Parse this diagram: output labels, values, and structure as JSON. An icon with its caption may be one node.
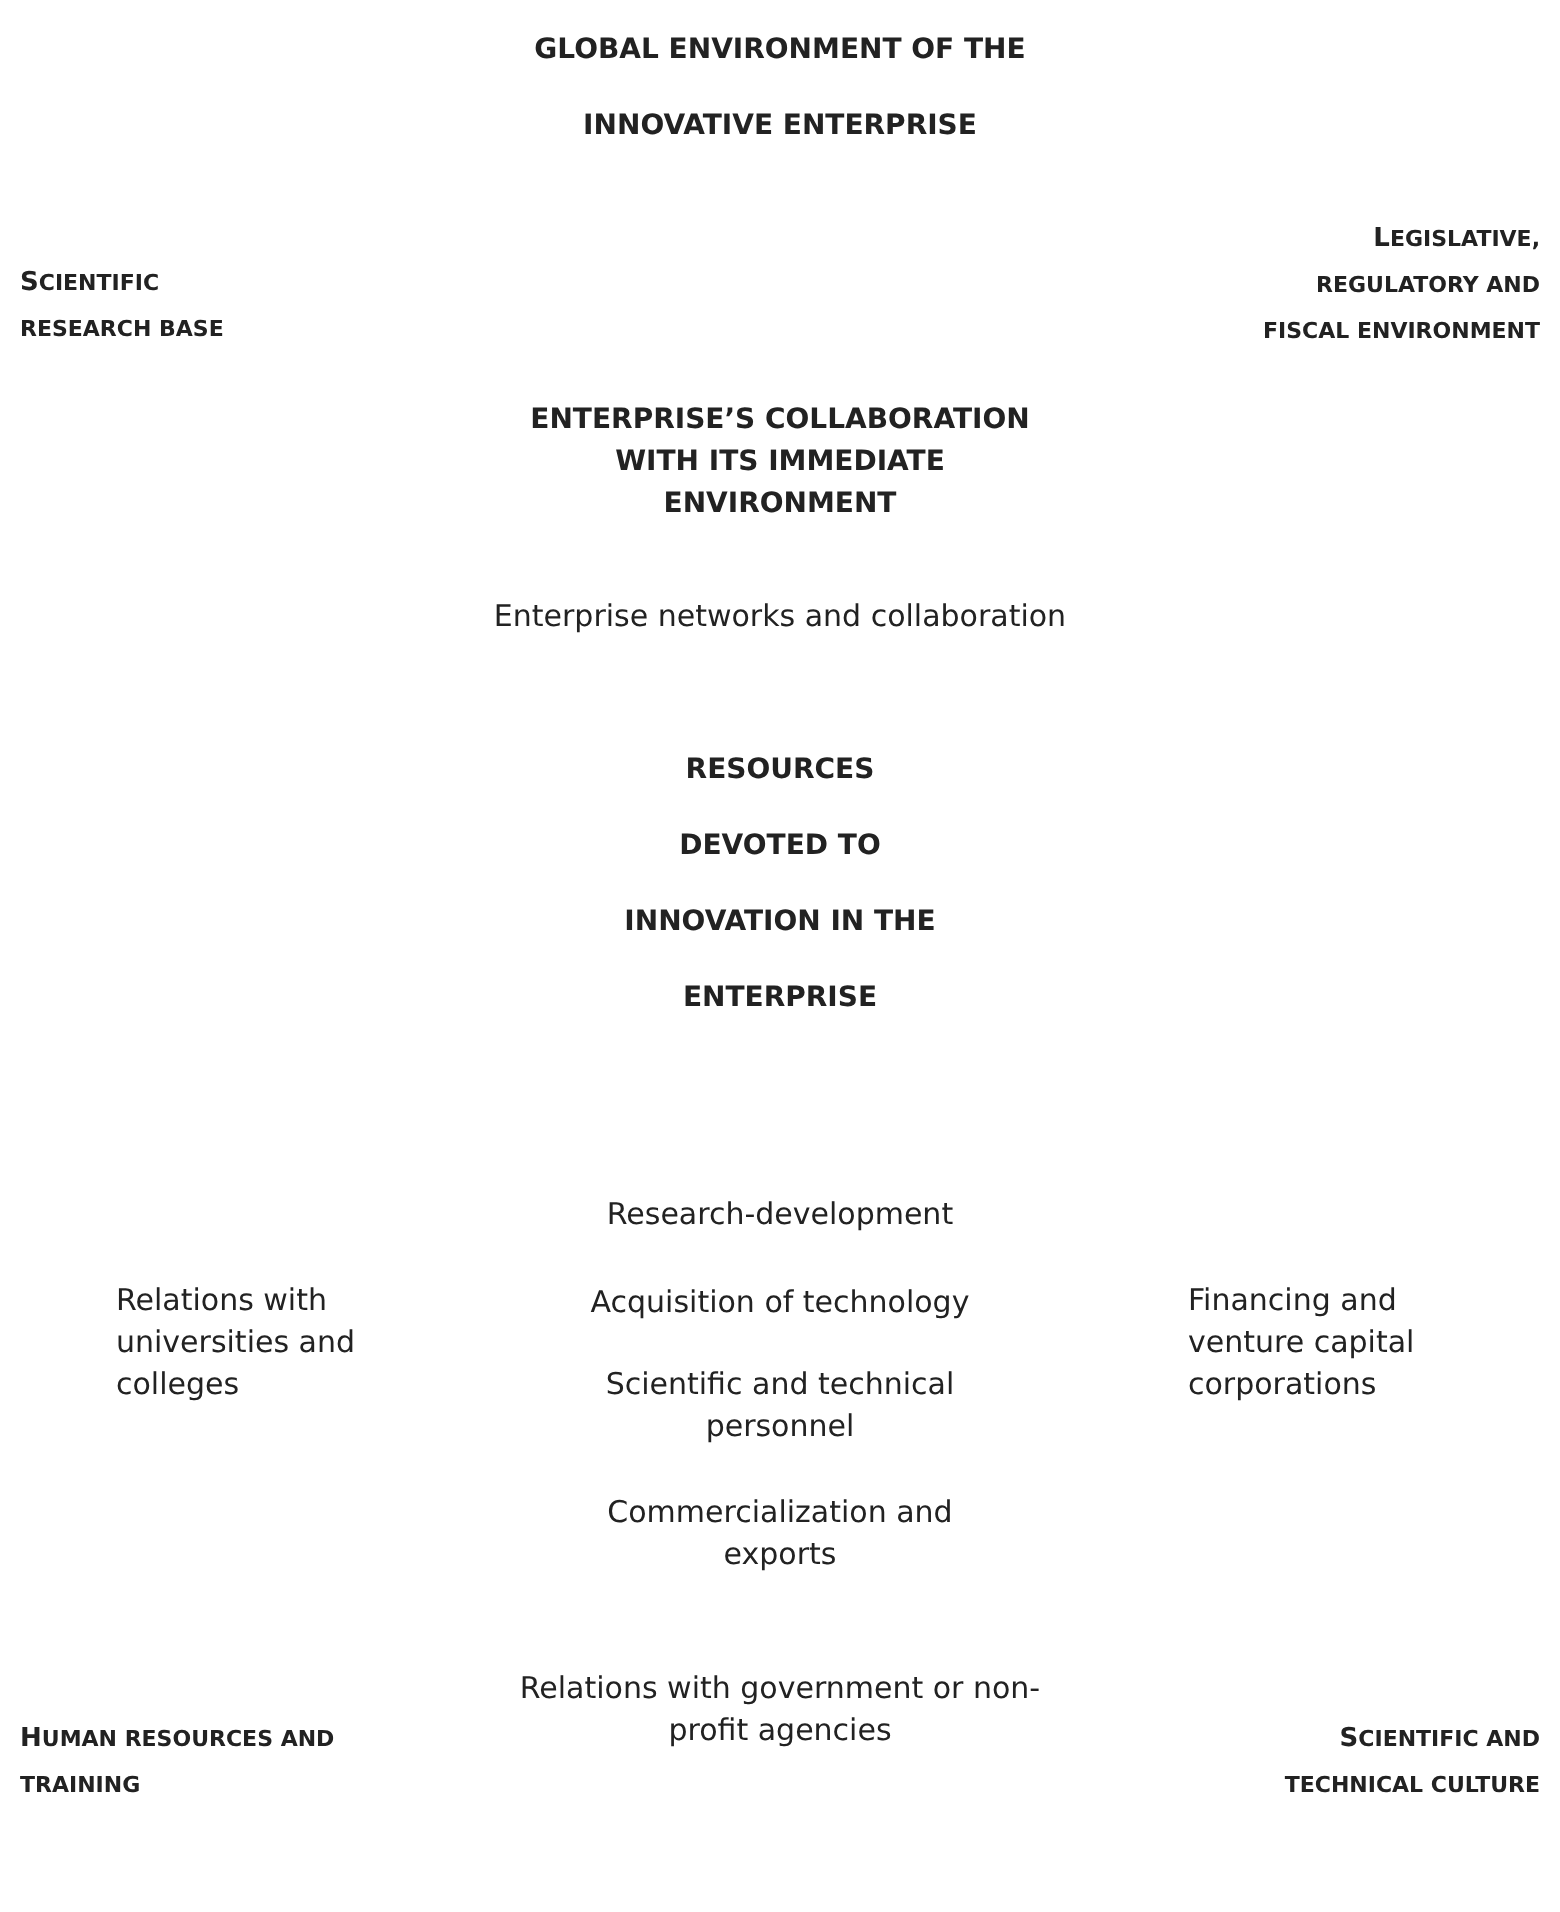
{
  "diagram": {
    "title": "GLOBAL ENVIRONMENT OF THE INNOVATIVE ENTERPRISE",
    "labels": [
      "SCIENTIFIC RESEARCH BASE",
      "LEGISLATIVE, REGULATORY AND FISCAL ENVIRONMENT",
      "ENTERPRISE’S COLLABORATION WITH ITS IMMEDIATE ENVIRONMENT",
      "Enterprise networks and collaboration",
      "RESOURCES DEVOTED TO INNOVATION IN THE ENTERPRISE",
      "Research-development",
      "Relations with universities and colleges",
      "Acquisition of technology",
      "Financing and venture capital corporations",
      "Scientific and technical personnel",
      "Commercialization and exports",
      "Relations with government or non-profit agencies",
      "HUMAN RESOURCES AND TRAINING",
      "SCIENTIFIC AND TECHNICAL CULTURE"
    ]
  }
}
